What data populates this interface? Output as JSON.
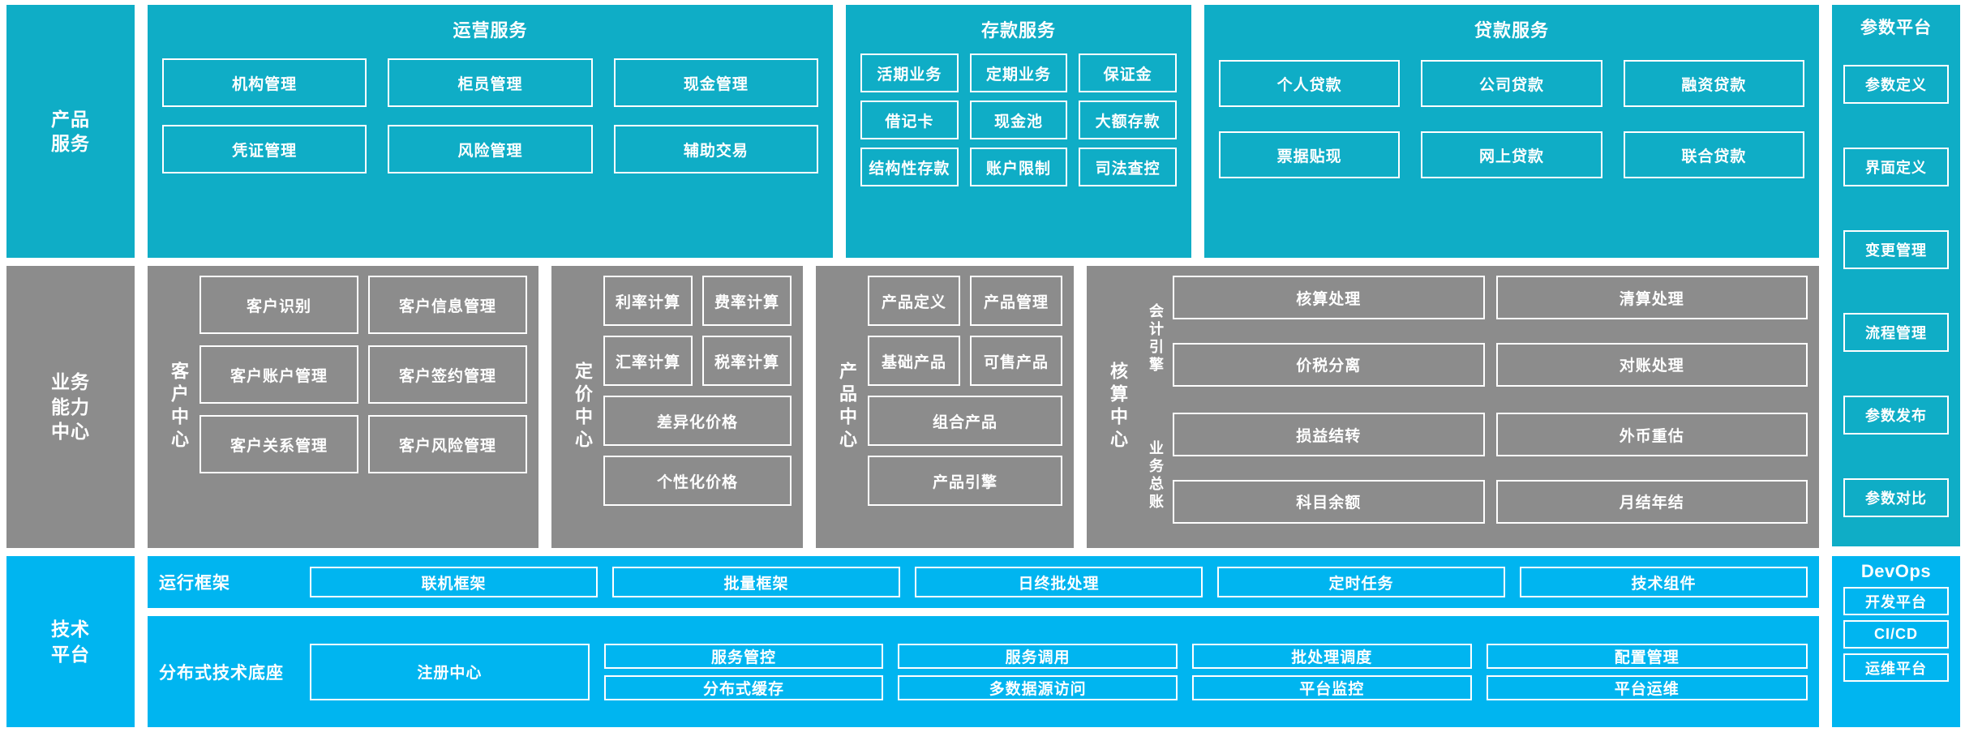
{
  "colors": {
    "teal": "#0FADC6",
    "gray": "#8C8C8C",
    "blue": "#00B5F0",
    "white": "#FFFFFF"
  },
  "layers": {
    "product_service": "产品\n服务",
    "product_service_line1": "产品",
    "product_service_line2": "服务",
    "business_capability_line1": "业务",
    "business_capability_line2": "能力",
    "business_capability_line3": "中心",
    "tech_platform_line1": "技术",
    "tech_platform_line2": "平台"
  },
  "product_services": {
    "groups": [
      {
        "title": "运营服务",
        "tiles": [
          "机构管理",
          "柜员管理",
          "现金管理",
          "凭证管理",
          "风险管理",
          "辅助交易"
        ]
      },
      {
        "title": "存款服务",
        "tiles": [
          "活期业务",
          "定期业务",
          "保证金",
          "借记卡",
          "现金池",
          "大额存款",
          "结构性存款",
          "账户限制",
          "司法查控"
        ]
      },
      {
        "title": "贷款服务",
        "tiles": [
          "个人贷款",
          "公司贷款",
          "融资贷款",
          "票据贴现",
          "网上贷款",
          "联合贷款"
        ]
      }
    ]
  },
  "param_platform": {
    "title": "参数平台",
    "items": [
      "参数定义",
      "界面定义",
      "变更管理",
      "流程管理",
      "参数发布",
      "参数对比"
    ]
  },
  "devops": {
    "title": "DevOps",
    "items": [
      "开发平台",
      "CI/CD",
      "运维平台"
    ]
  },
  "business_centers": [
    {
      "label": "客户中心",
      "tiles": [
        "客户识别",
        "客户信息管理",
        "客户账户管理",
        "客户签约管理",
        "客户关系管理",
        "客户风险管理"
      ]
    },
    {
      "label": "定价中心",
      "tiles_grid": [
        "利率计算",
        "费率计算",
        "汇率计算",
        "税率计算"
      ],
      "tiles_full": [
        "差异化价格",
        "个性化价格"
      ]
    },
    {
      "label": "产品中心",
      "tiles_grid": [
        "产品定义",
        "产品管理",
        "基础产品",
        "可售产品"
      ],
      "tiles_full": [
        "组合产品",
        "产品引擎"
      ]
    },
    {
      "label": "核算中心",
      "sections": [
        {
          "label": "会计引擎",
          "tiles": [
            "核算处理",
            "清算处理",
            "价税分离",
            "对账处理"
          ]
        },
        {
          "label": "业务总账",
          "tiles": [
            "损益结转",
            "外币重估",
            "科目余额",
            "月结年结"
          ]
        }
      ]
    }
  ],
  "tech_platform": {
    "runtime": {
      "label": "运行框架",
      "cells": [
        "联机框架",
        "批量框架",
        "日终批处理",
        "定时任务",
        "技术组件"
      ]
    },
    "base": {
      "label": "分布式技术底座",
      "registry": "注册中心",
      "columns": [
        [
          "服务管控",
          "分布式缓存"
        ],
        [
          "服务调用",
          "多数据源访问"
        ],
        [
          "批处理调度",
          "平台监控"
        ],
        [
          "配置管理",
          "平台运维"
        ]
      ]
    }
  }
}
